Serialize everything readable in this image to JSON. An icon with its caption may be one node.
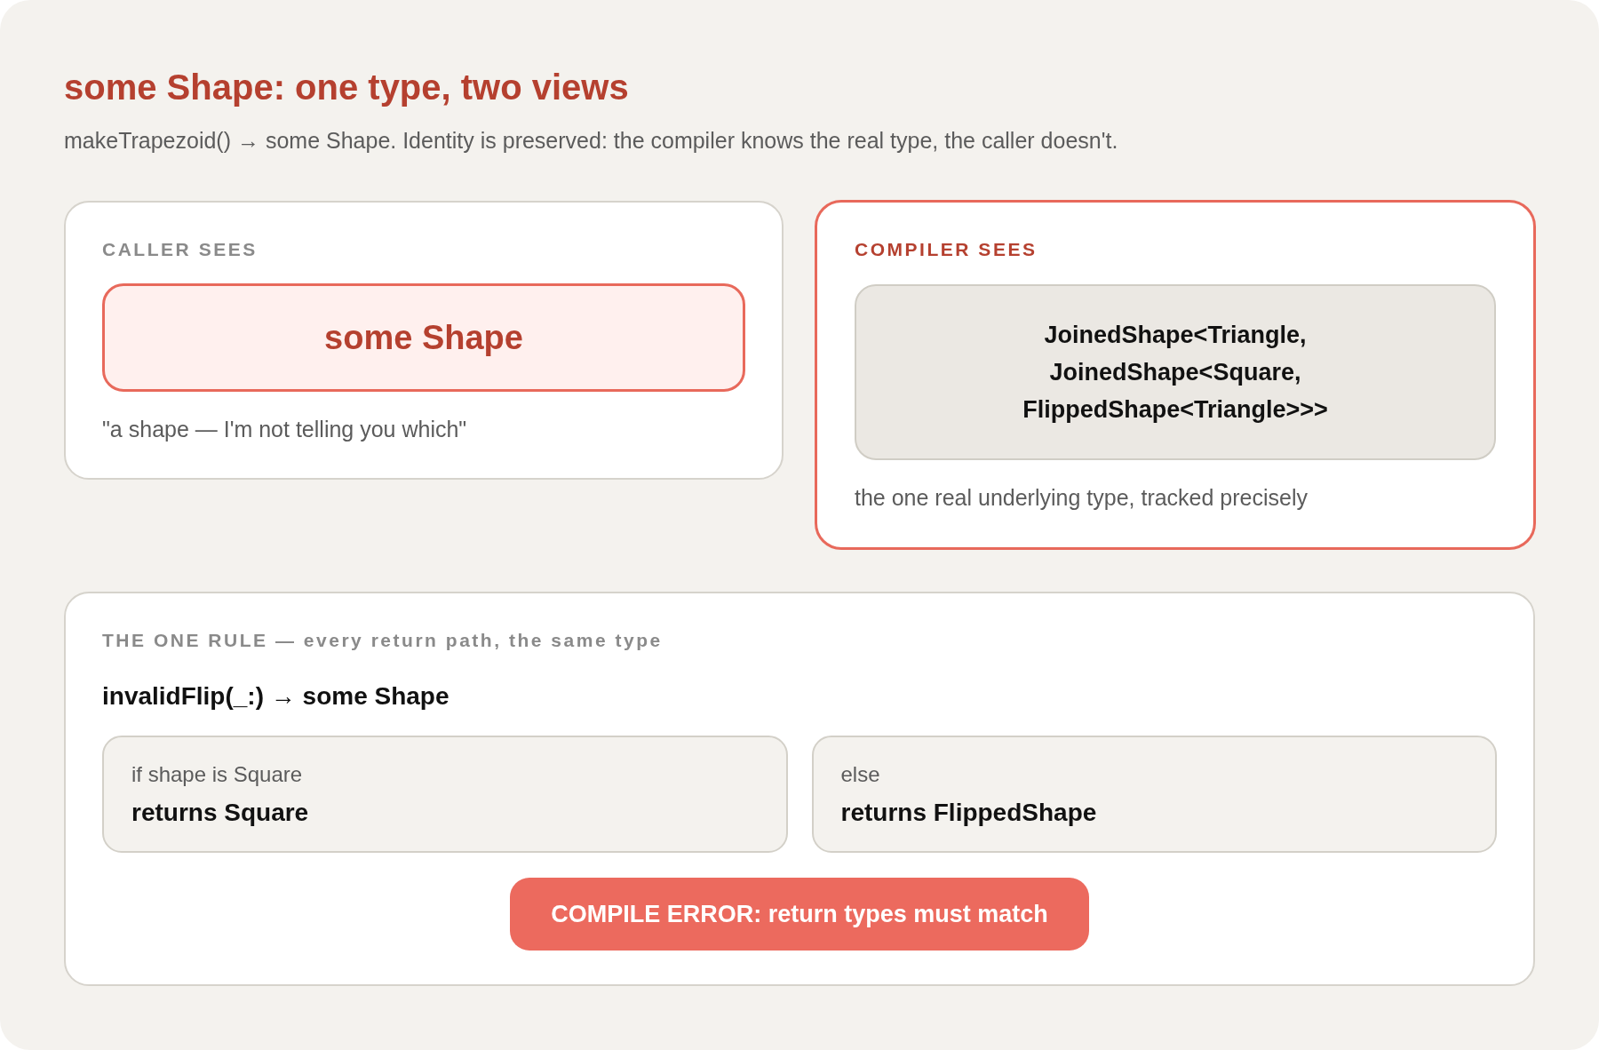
{
  "diagram": {
    "title": "some Shape: one type, two views",
    "nodes": [
      {
        "text": [
          "CALLER SEES",
          "\"a shape — I'm not telling you which\""
        ]
      },
      {
        "text": [
          "some Shape"
        ],
        "in": 0
      },
      {
        "text": [
          "COMPILER SEES",
          "the one real underlying type, tracked precisely"
        ]
      },
      {
        "text": [
          "JoinedShape<Triangle, JoinedShape<Square, FlippedShape<Triangle>>>"
        ],
        "in": 2
      },
      {
        "text": [
          "THE ONE RULE — every return path, the same type",
          "invalidFlip(_:) → some Shape"
        ]
      },
      {
        "text": [
          "if shape is Square",
          "returns Square"
        ],
        "in": 4
      },
      {
        "text": [
          "else",
          "returns FlippedShape"
        ],
        "in": 4
      },
      {
        "text": [
          "COMPILE ERROR: return types must match"
        ],
        "in": 4
      }
    ],
    "labels": [
      "makeTrapezoid() → some Shape. Identity is preserved: the compiler knows the real type, the caller doesn't."
    ]
  }
}
